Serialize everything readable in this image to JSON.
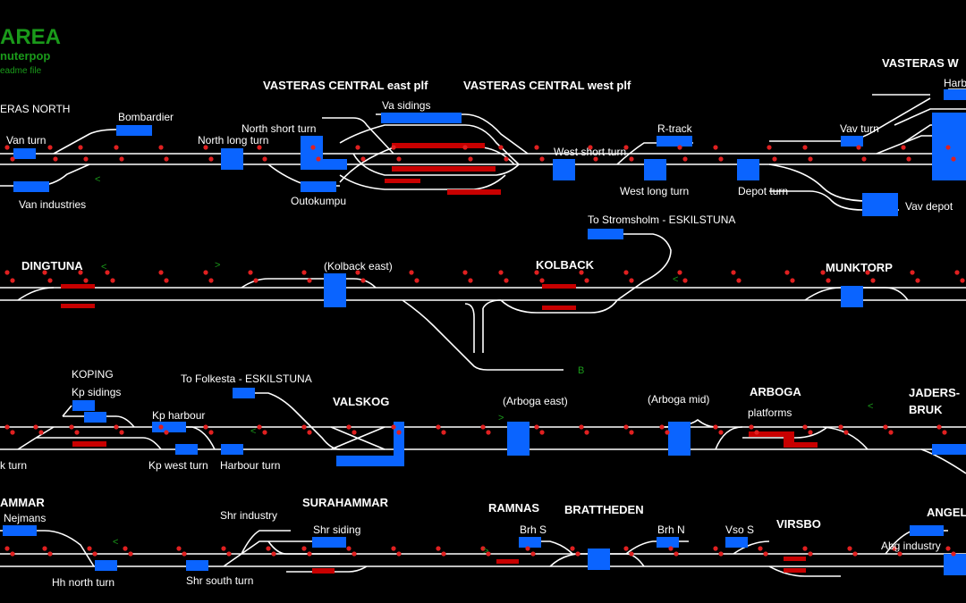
{
  "header": {
    "title": "AREA",
    "subtitle": "nuterpop",
    "note": "eadme file"
  },
  "labels": {
    "vasteras_north": "ERAS NORTH",
    "bombardier": "Bombardier",
    "van_turn": "Van turn",
    "van_industries": "Van industries",
    "north_long_turn": "North long turn",
    "north_short_turn": "North short turn",
    "outokumpu": "Outokumpu",
    "vc_east": "VASTERAS CENTRAL east plf",
    "vc_west": "VASTERAS CENTRAL west plf",
    "va_sidings": "Va sidings",
    "west_short_turn": "West short turn",
    "west_long_turn": "West long turn",
    "r_track": "R-track",
    "depot_turn": "Depot turn",
    "vav_turn": "Vav turn",
    "vav_depot": "Vav depot",
    "vasteras_w": "VASTERAS W",
    "harb": "Harb",
    "to_stromsholm": "To Stromsholm - ESKILSTUNA",
    "dingtuna": "DINGTUNA",
    "kolback_east": "(Kolback east)",
    "kolback": "KOLBACK",
    "munktorp": "MUNKTORP",
    "b_mark": "B",
    "koping": "KOPING",
    "kp_sidings": "Kp sidings",
    "kp_harbour": "Kp harbour",
    "kp_west_turn": "Kp west turn",
    "harbour_turn": "Harbour turn",
    "k_turn": "k turn",
    "to_folkesta": "To Folkesta - ESKILSTUNA",
    "valskog": "VALSKOG",
    "arboga_east": "(Arboga east)",
    "arboga_mid": "(Arboga mid)",
    "arboga": "ARBOGA",
    "platforms": "platforms",
    "jaders": "JADERS-",
    "bruk": "BRUK",
    "hammar": "AMMAR",
    "nejmans": "Nejmans",
    "hh_north_turn": "Hh north turn",
    "surahammar": "SURAHAMMAR",
    "shr_industry": "Shr industry",
    "shr_siding": "Shr siding",
    "shr_south_turn": "Shr south turn",
    "ramnas": "RAMNAS",
    "brattheden": "BRATTHEDEN",
    "brh_s": "Brh S",
    "brh_n": "Brh N",
    "vso_s": "Vso S",
    "virsbo": "VIRSBO",
    "angel": "ANGEL",
    "abg_industry": "Abg industry"
  },
  "direction_marks": {
    "left": "<",
    "right": ">"
  },
  "colors": {
    "track": "#ffffff",
    "occupied": "#0a64ff",
    "route": "#c80000",
    "signal": "#e02020",
    "label_green": "#1a9a1a"
  }
}
